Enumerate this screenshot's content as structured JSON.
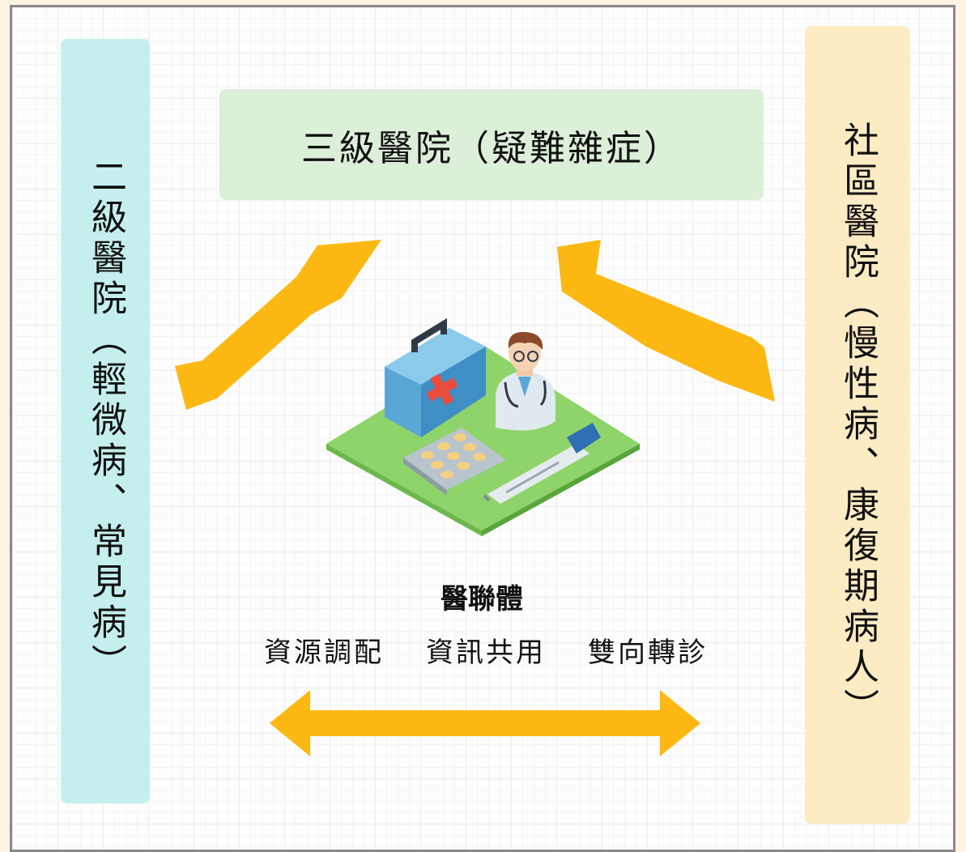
{
  "tertiary_hospital": {
    "label": "三級醫院（疑難雜症）"
  },
  "secondary_hospital": {
    "label": "二級醫院（輕微病、常見病）"
  },
  "community_hospital": {
    "label": "社區醫院（慢性病、康復期病人）"
  },
  "alliance": {
    "title": "醫聯體",
    "services": [
      "資源調配",
      "資訊共用",
      "雙向轉診"
    ]
  },
  "colors": {
    "arrow": "#fdb813",
    "tertiary_bg": "#dcefd8",
    "secondary_bg": "#c5efec",
    "community_bg": "#fdebc4"
  },
  "icons": [
    "first-aid-kit-icon",
    "doctor-icon",
    "pill-blister-icon",
    "thermometer-icon"
  ]
}
